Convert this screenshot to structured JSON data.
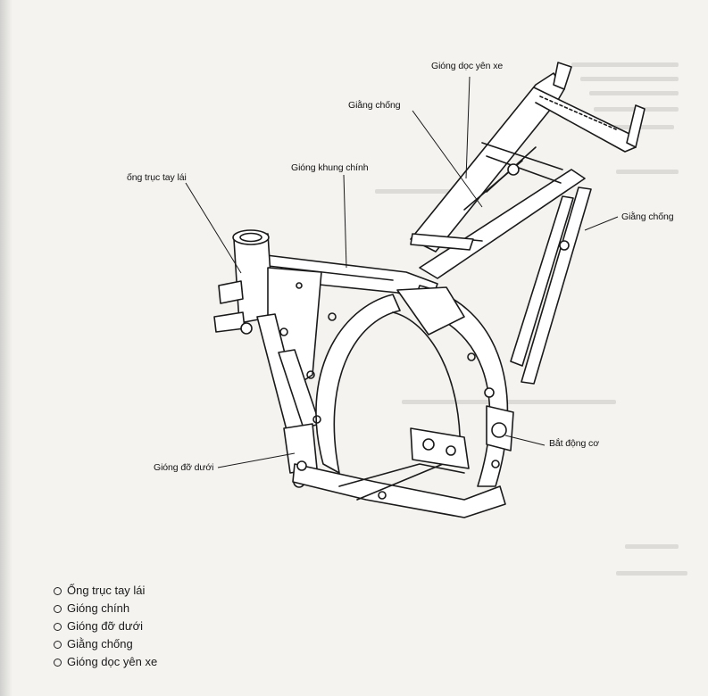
{
  "callouts": {
    "saddle_rail": "Gióng dọc yên xe",
    "brace_top": "Giằng chống",
    "main_frame": "Gióng khung chính",
    "steering_tube": "ống trục tay lái",
    "brace_right": "Giằng chống",
    "engine_mount": "Bắt động cơ",
    "down_tube": "Gióng đỡ dưới"
  },
  "legend": [
    {
      "label": "Ống trục tay lái"
    },
    {
      "label": "Gióng chính"
    },
    {
      "label": "Gióng đỡ dưới"
    },
    {
      "label": "Giằng chống"
    },
    {
      "label": "Gióng dọc yên xe"
    }
  ],
  "colors": {
    "ink": "#1a1a1a",
    "paper": "#f4f3f0",
    "frame_fill": "#ffffff"
  }
}
